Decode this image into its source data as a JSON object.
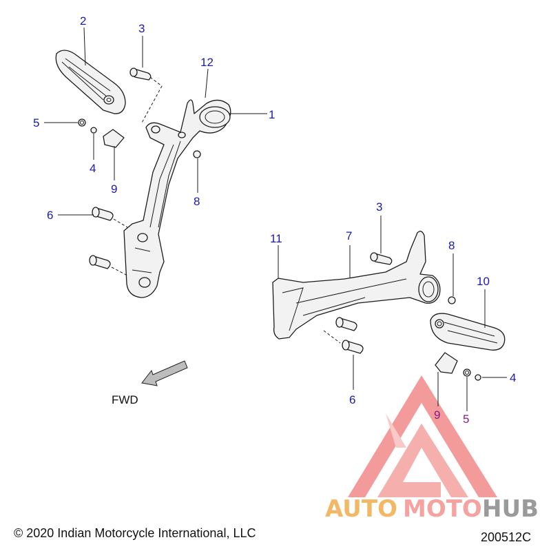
{
  "callouts": [
    {
      "id": "c2",
      "label": "2",
      "color": "#1a1aa8"
    },
    {
      "id": "c3a",
      "label": "3",
      "color": "#1a1aa8"
    },
    {
      "id": "c12",
      "label": "12",
      "color": "#1a1aa8"
    },
    {
      "id": "c1",
      "label": "1",
      "color": "#1a1aa8"
    },
    {
      "id": "c5a",
      "label": "5",
      "color": "#1a1aa8"
    },
    {
      "id": "c4a",
      "label": "4",
      "color": "#1a1aa8"
    },
    {
      "id": "c9a",
      "label": "9",
      "color": "#1a1aa8"
    },
    {
      "id": "c8a",
      "label": "8",
      "color": "#1a1aa8"
    },
    {
      "id": "c6a",
      "label": "6",
      "color": "#1a1aa8"
    },
    {
      "id": "c3b",
      "label": "3",
      "color": "#1a1aa8"
    },
    {
      "id": "c11",
      "label": "11",
      "color": "#1a1aa8"
    },
    {
      "id": "c7",
      "label": "7",
      "color": "#1a1aa8"
    },
    {
      "id": "c8b",
      "label": "8",
      "color": "#1a1aa8"
    },
    {
      "id": "c10",
      "label": "10",
      "color": "#1a1aa8"
    },
    {
      "id": "c4b",
      "label": "4",
      "color": "#1a1aa8"
    },
    {
      "id": "c6b",
      "label": "6",
      "color": "#1a1aa8"
    },
    {
      "id": "c9b",
      "label": "9",
      "color": "#8a1a8a"
    },
    {
      "id": "c5b",
      "label": "5",
      "color": "#8a1a8a"
    }
  ],
  "direction_label": "FWD",
  "copyright": "© 2020 Indian Motorcycle International, LLC",
  "figure_id": "200512C",
  "watermark": {
    "text_auto": "AUTO",
    "text_moto": "MOTO",
    "text_hub": "HUB",
    "color_auto": "#f2b866",
    "color_moto": "#f4a3a0",
    "color_hub": "#9a9a9a",
    "logo_color": "#f28a8a"
  }
}
